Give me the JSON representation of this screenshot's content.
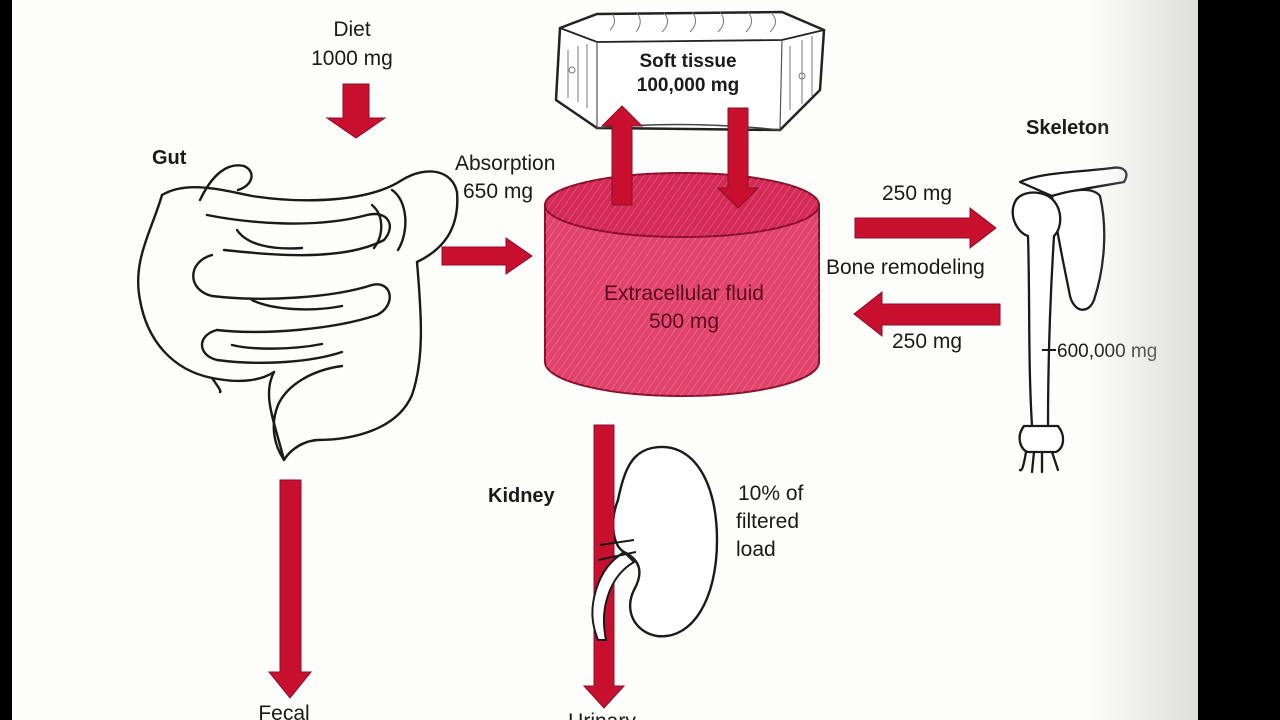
{
  "diet": {
    "title": "Diet",
    "amount": "1000 mg"
  },
  "soft_tissue": {
    "title": "Soft tissue",
    "amount": "100,000 mg"
  },
  "gut": {
    "title": "Gut"
  },
  "absorption": {
    "title": "Absorption",
    "amount": "650 mg"
  },
  "ecf": {
    "title": "Extracellular fluid",
    "amount": "500 mg"
  },
  "skeleton": {
    "title": "Skeleton",
    "amount": "600,000 mg"
  },
  "bone": {
    "to_bone": "250 mg",
    "process": "Bone remodeling",
    "from_bone": "250 mg"
  },
  "kidney": {
    "title": "Kidney",
    "note_line1": "10% of",
    "note_line2": "filtered",
    "note_line3": "load"
  },
  "outputs": {
    "fecal": "Fecal",
    "urinary": "Urinary"
  },
  "colors": {
    "arrow": "#c8102e",
    "cylinder_side": "#e2436b",
    "cylinder_top": "#d42a55",
    "page": "#fdfdfb"
  }
}
